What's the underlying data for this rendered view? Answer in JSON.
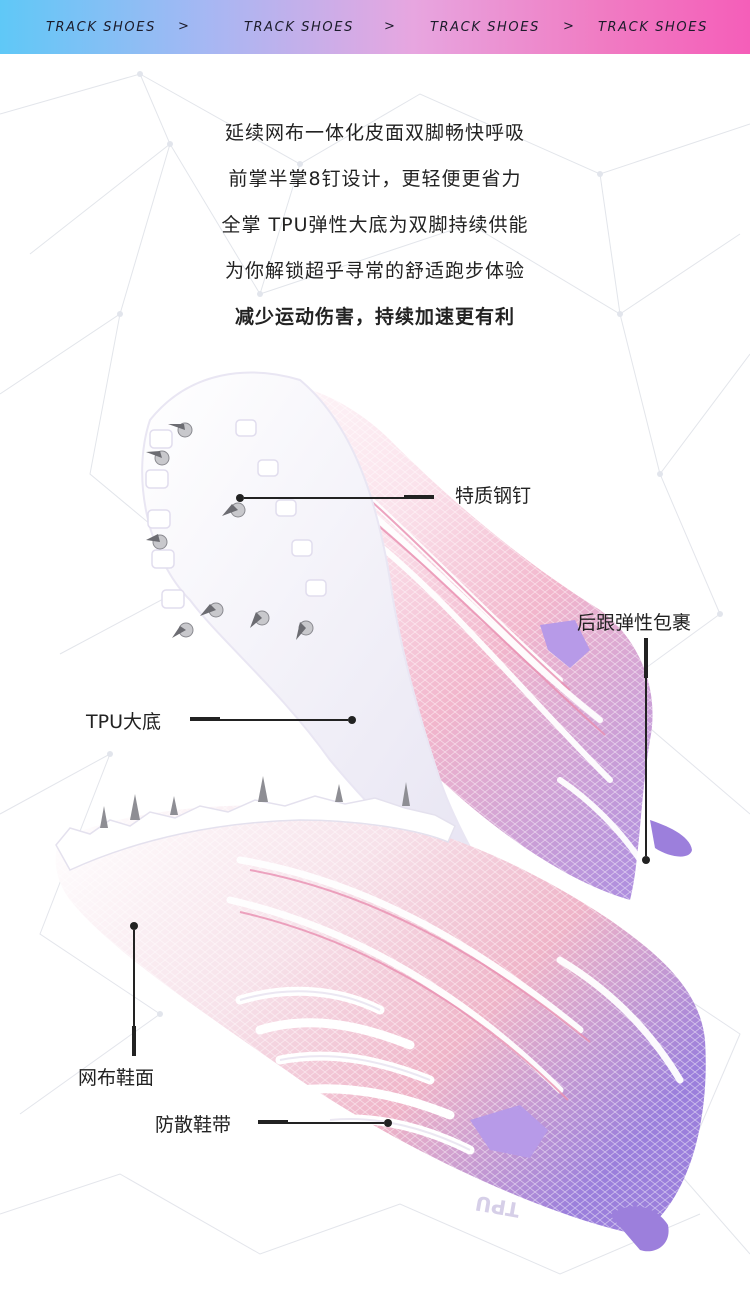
{
  "banner": {
    "items": [
      "TRACK SHOES",
      "TRACK SHOES",
      "TRACK SHOES",
      "TRACK SHOES"
    ],
    "separator": ">"
  },
  "intro": {
    "lines": [
      "延续网布一体化皮面双脚畅快呼吸",
      "前掌半掌8钉设计，更轻便更省力",
      "全掌 TPU弹性大底为双脚持续供能",
      "为你解锁超乎寻常的舒适跑步体验",
      "减少运动伤害，持续加速更有利"
    ]
  },
  "callouts": {
    "spikes": "特质钢钉",
    "heel_wrap": "后跟弹性包裹",
    "tpu_sole": "TPU大底",
    "mesh_upper": "网布鞋面",
    "laces": "防散鞋带"
  },
  "shoe": {
    "heel_print": "TPU",
    "colors": {
      "pink": "#f2a9c4",
      "lilac": "#b89ae6",
      "purple": "#8e6fd6",
      "white": "#ffffff"
    }
  }
}
